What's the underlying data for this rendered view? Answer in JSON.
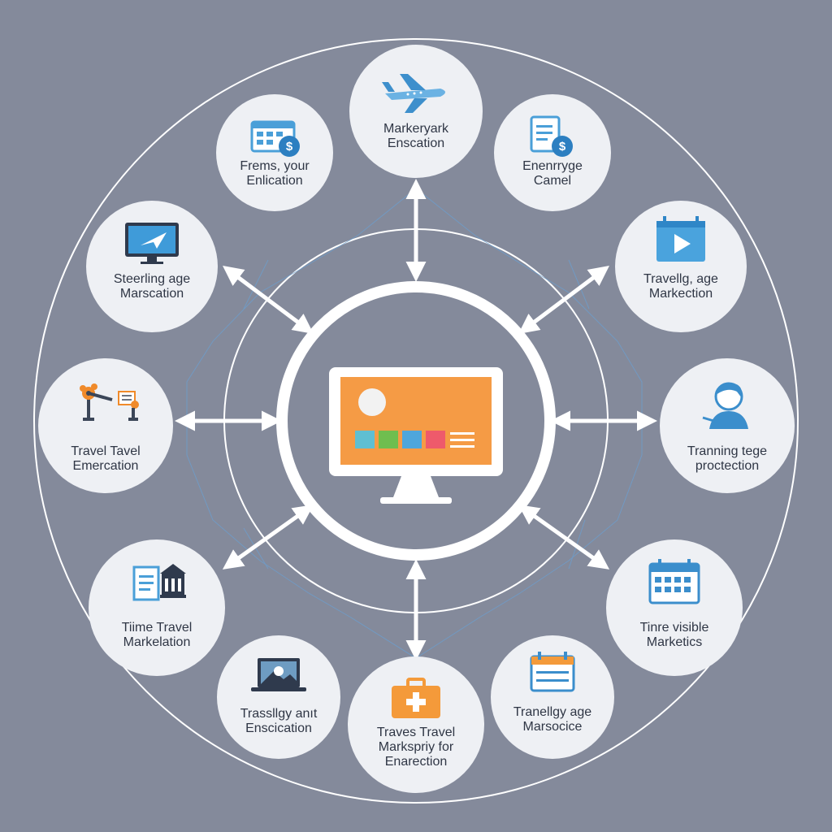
{
  "colors": {
    "background": "#848a9b",
    "node_fill": "#eef0f4",
    "ring": "#ffffff",
    "icon_blue": "#4a9fd8",
    "icon_dark": "#4a5568",
    "icon_orange": "#f49a3a",
    "screen_orange": "#f59b45"
  },
  "center": {
    "icon": "monitor-dashboard-icon"
  },
  "nodes": [
    {
      "id": "top",
      "icon": "airplane-icon",
      "lines": [
        "Markeryark",
        "Enscation"
      ]
    },
    {
      "id": "top-left",
      "icon": "calendar-payment-icon",
      "lines": [
        "Frems, your",
        "Enlication"
      ]
    },
    {
      "id": "top-right",
      "icon": "document-payment-icon",
      "lines": [
        "Enenrryge",
        "Camel"
      ]
    },
    {
      "id": "upper-left",
      "icon": "monitor-plane-icon",
      "lines": [
        "Steerling age",
        "Marscation"
      ]
    },
    {
      "id": "upper-right",
      "icon": "video-play-icon",
      "lines": [
        "Travellg, age",
        "Markection"
      ]
    },
    {
      "id": "left",
      "icon": "robot-arm-icon",
      "lines": [
        "Travel Tavel",
        "Emercation"
      ]
    },
    {
      "id": "right",
      "icon": "person-icon",
      "lines": [
        "Tranning tege",
        "proctection"
      ]
    },
    {
      "id": "lower-left",
      "icon": "document-building-icon",
      "lines": [
        "Tiime Travel",
        "Markelation"
      ]
    },
    {
      "id": "lower-right",
      "icon": "calendar-icon",
      "lines": [
        "Tinre visible",
        "Marketics"
      ]
    },
    {
      "id": "bottom-left",
      "icon": "laptop-image-icon",
      "lines": [
        "Trassllgy anıt",
        "Enscication"
      ]
    },
    {
      "id": "bottom",
      "icon": "medical-case-icon",
      "lines": [
        "Traves Travel",
        "Markspriy for",
        "Enarection"
      ]
    },
    {
      "id": "bottom-right",
      "icon": "calendar-orange-icon",
      "lines": [
        "Tranellgy age",
        "Marsocice"
      ]
    }
  ]
}
